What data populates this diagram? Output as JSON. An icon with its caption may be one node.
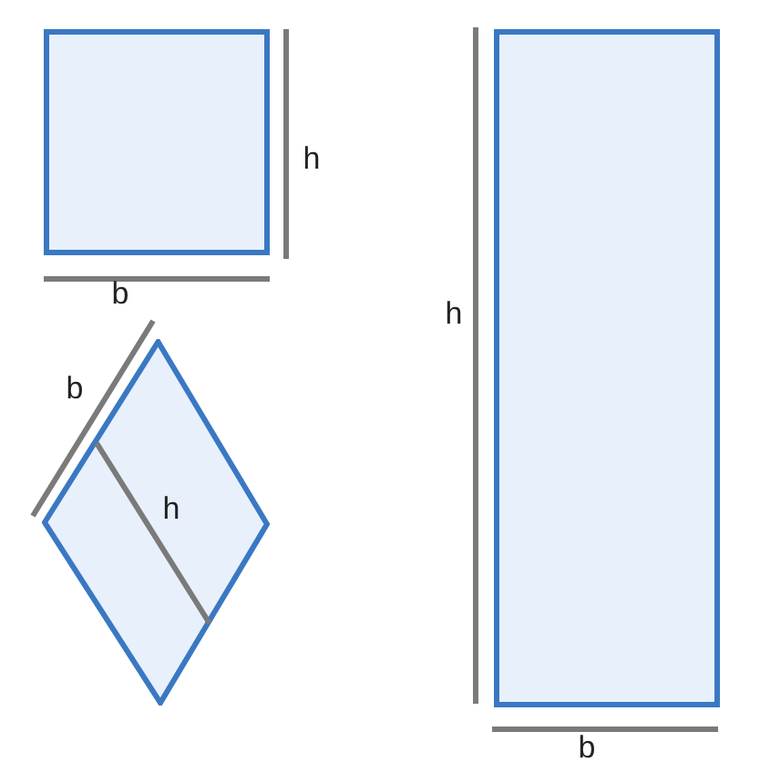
{
  "diagram": {
    "nodes": [
      {
        "text": [],
        "shape": "box"
      },
      {
        "text": [],
        "shape": "diamond"
      },
      {
        "text": [],
        "shape": "box"
      }
    ],
    "labels": [
      "h",
      "b",
      "b",
      "h",
      "h",
      "b"
    ]
  }
}
